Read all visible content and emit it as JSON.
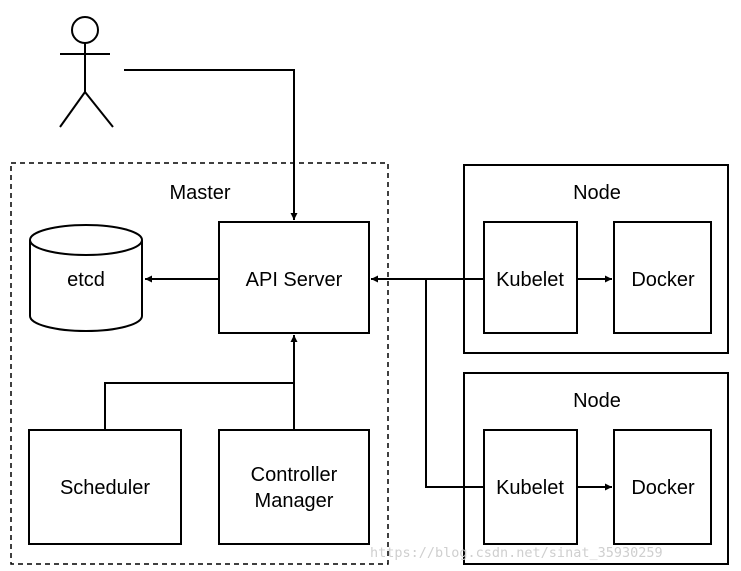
{
  "master": {
    "label": "Master"
  },
  "etcd": {
    "label": "etcd"
  },
  "api_server": {
    "label": "API Server"
  },
  "scheduler": {
    "label": "Scheduler"
  },
  "controller_manager": {
    "label_line1": "Controller",
    "label_line2": "Manager"
  },
  "nodes": [
    {
      "label": "Node",
      "kubelet": "Kubelet",
      "docker": "Docker"
    },
    {
      "label": "Node",
      "kubelet": "Kubelet",
      "docker": "Docker"
    }
  ],
  "watermark": "https://blog.csdn.net/sinat_35930259"
}
